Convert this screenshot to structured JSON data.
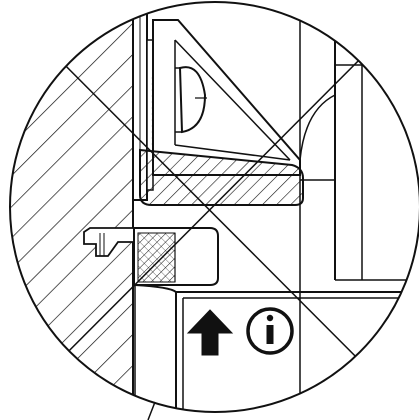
{
  "diagram": {
    "kind": "technical cross-section detail",
    "style": "black line art on white, hatched sections",
    "stroke_color": "#111111",
    "background_color": "#ffffff",
    "symbols": [
      {
        "name": "up-arrow-icon",
        "meaning": "direction up"
      },
      {
        "name": "info-icon",
        "meaning": "information"
      }
    ]
  }
}
